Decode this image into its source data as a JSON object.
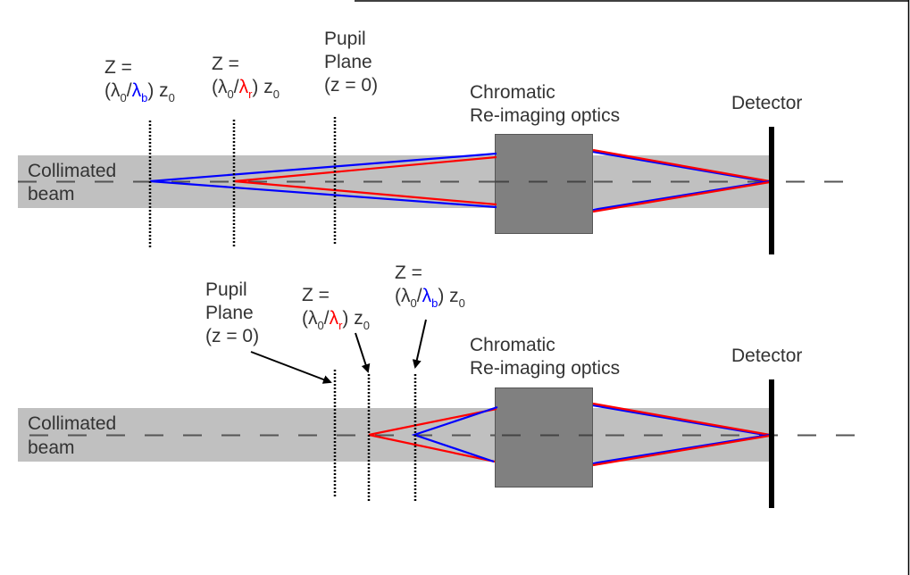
{
  "colors": {
    "blue_ray": "#0000ff",
    "red_ray": "#ff0000",
    "beam": "#c0c0c0",
    "optics_box": "#808080",
    "detector": "#000000",
    "text": "#333333"
  },
  "panels": [
    {
      "id": "top",
      "beam_label": [
        "Collimated",
        "beam"
      ],
      "optics_label": [
        "Chromatic",
        "Re-imaging optics"
      ],
      "detector_label": "Detector",
      "planes": [
        {
          "name": "blue-focus-plane",
          "line1": "Z =",
          "lambda0": "λ",
          "sub0": "0",
          "slash": "/",
          "lambda": "λ",
          "sub": "b",
          "tail": ") z",
          "tailsub": "0",
          "color": "blue"
        },
        {
          "name": "red-focus-plane",
          "line1": "Z =",
          "lambda0": "λ",
          "sub0": "0",
          "slash": "/",
          "lambda": "λ",
          "sub": "r",
          "tail": ") z",
          "tailsub": "0",
          "color": "red"
        },
        {
          "name": "pupil-plane",
          "lines": [
            "Pupil",
            "Plane",
            "(z = 0)"
          ]
        }
      ]
    },
    {
      "id": "bottom",
      "beam_label": [
        "Collimated",
        "beam"
      ],
      "optics_label": [
        "Chromatic",
        "Re-imaging optics"
      ],
      "detector_label": "Detector",
      "planes": [
        {
          "name": "pupil-plane",
          "lines": [
            "Pupil",
            "Plane",
            "(z = 0)"
          ]
        },
        {
          "name": "red-focus-plane",
          "line1": "Z =",
          "lambda0": "λ",
          "sub0": "0",
          "slash": "/",
          "lambda": "λ",
          "sub": "r",
          "tail": ") z",
          "tailsub": "0",
          "color": "red"
        },
        {
          "name": "blue-focus-plane",
          "line1": "Z =",
          "lambda0": "λ",
          "sub0": "0",
          "slash": "/",
          "lambda": "λ",
          "sub": "b",
          "tail": ") z",
          "tailsub": "0",
          "color": "blue"
        }
      ]
    }
  ]
}
